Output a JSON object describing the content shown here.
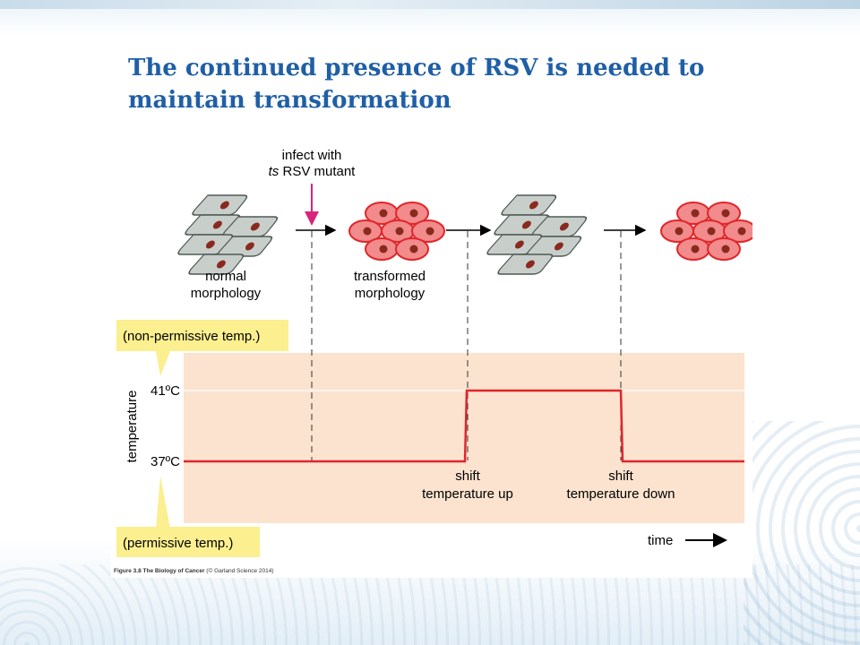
{
  "slide": {
    "title_line1": "The continued presence of RSV is needed to",
    "title_line2": "maintain transformation"
  },
  "figure": {
    "infect_label_line1": "infect with",
    "infect_label_italic": "ts",
    "infect_label_rest": " RSV mutant",
    "normal_label_line1": "normal",
    "normal_label_line2": "morphology",
    "transformed_label_line1": "transformed",
    "transformed_label_line2": "morphology",
    "nonpermissive_label": "(non-permissive temp.)",
    "permissive_label": "(permissive temp.)",
    "y_axis_label": "temperature",
    "tick_high": "41ºC",
    "tick_low": "37ºC",
    "shift_up_line1": "shift",
    "shift_up_line2": "temperature up",
    "shift_down_line1": "shift",
    "shift_down_line2": "temperature down",
    "time_label": "time",
    "caption_bold": "Figure 3.8 The Biology of Cancer",
    "caption_rest": " (© Garland Science 2014)"
  },
  "colors": {
    "title": "#1f5fa6",
    "trace": "#e0262b",
    "plot_bg": "#fbe3cf",
    "label_box": "#fbef8f",
    "normal_cell": "#c8cfcb",
    "transformed_cell": "#f28b8b",
    "nucleus": "#8a2a1e",
    "infect_arrow": "#d8247a"
  }
}
